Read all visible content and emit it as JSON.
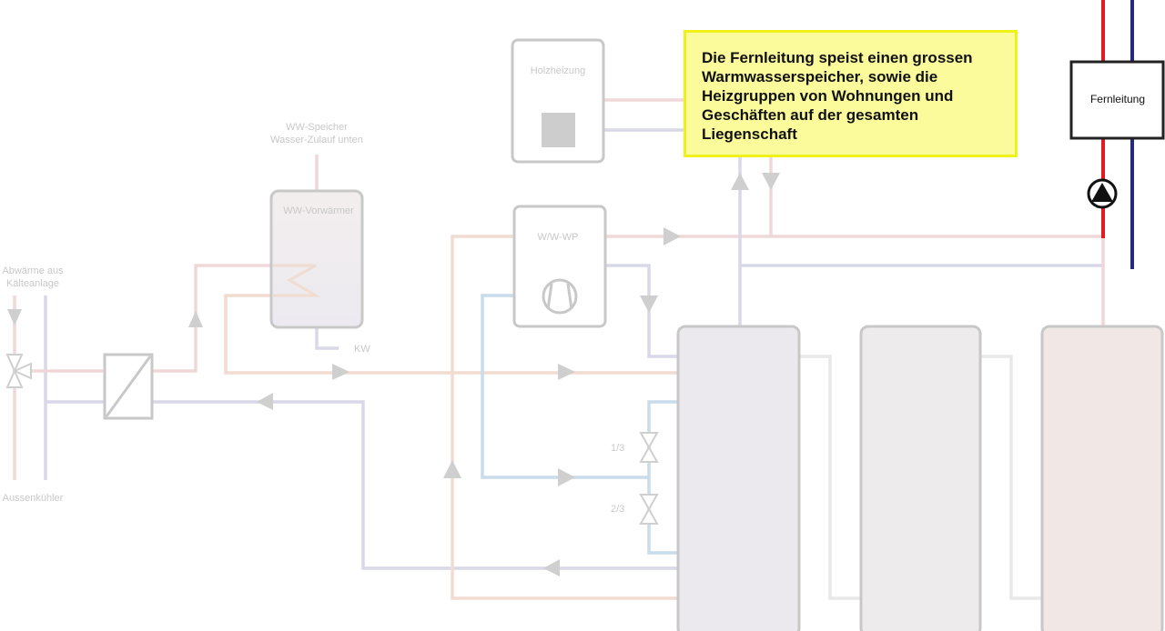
{
  "callout": {
    "text": "Die Fernleitung speist einen grossen\nWarmwasserspeicher, sowie die\nHeizgruppen von Wohnungen und\nGeschäften auf der gesamten\nLiegenschaft"
  },
  "labels": {
    "fernleitung": "Fernleitung",
    "holzheizung": "Holzheizung",
    "ww_wp": "W/W-WP",
    "ww_vorwaermer": "WW-Vorwärmer",
    "ww_speicher_line1": "WW-Speicher",
    "ww_speicher_line2": "Wasser-Zulauf unten",
    "kw": "KW",
    "abwaerme_line1": "Abwärme aus",
    "abwaerme_line2": "Kälteanlage",
    "aussenkuehler": "Aussenkühler",
    "ratio_1_3": "1/3",
    "ratio_2_3": "2/3"
  },
  "colors": {
    "hot_line": "#e01b24",
    "cold_line": "#252b7c",
    "faded_hot": "#f1d8d8",
    "faded_cold": "#d8d8e8",
    "faded_blue": "#c8dcec",
    "faded_orange": "#f0dcd0",
    "component_border": "#c8c8c8",
    "tank_fill": "#ecebef",
    "callout_fill": "#fbfb9c",
    "callout_border": "#f1f11a"
  }
}
